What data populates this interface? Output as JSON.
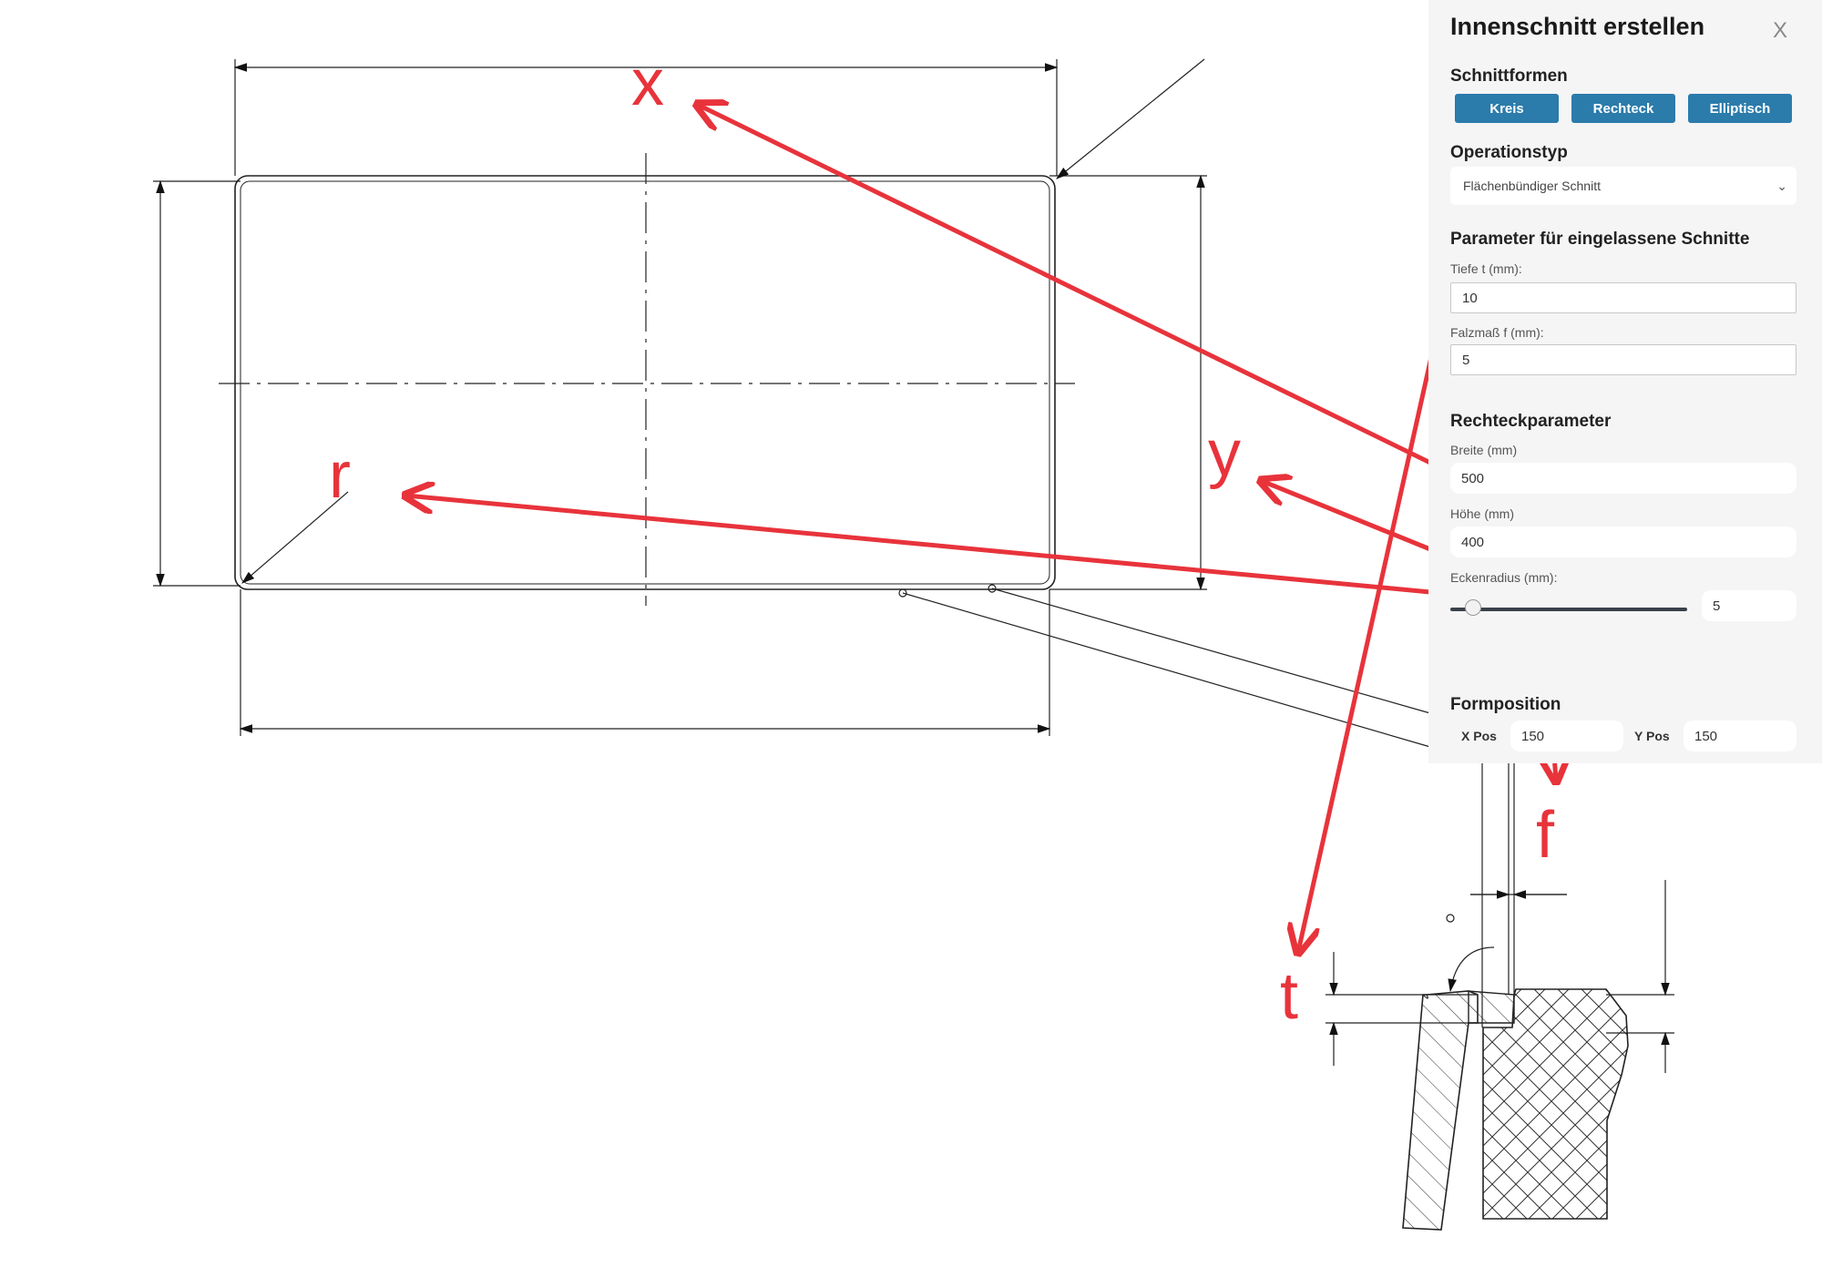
{
  "annotations": {
    "x": "x",
    "y": "y",
    "r": "r",
    "t": "t",
    "f": "f"
  },
  "panel": {
    "title": "Innenschnitt erstellen",
    "close_label": "X",
    "shape_section": {
      "title": "Schnittformen",
      "buttons": [
        "Kreis",
        "Rechteck",
        "Elliptisch"
      ]
    },
    "operation": {
      "title": "Operationstyp",
      "selected": "Flächenbündiger Schnitt"
    },
    "recessed": {
      "title": "Parameter für eingelassene Schnitte",
      "depth_label": "Tiefe t (mm):",
      "depth_value": "10",
      "rabbet_label": "Falzmaß f (mm):",
      "rabbet_value": "5"
    },
    "rectangle": {
      "title": "Rechteckparameter",
      "width_label": "Breite (mm)",
      "width_value": "500",
      "height_label": "Höhe (mm)",
      "height_value": "400",
      "radius_label": "Eckenradius (mm):",
      "radius_value": "5",
      "radius_slider_level": 0.05
    },
    "position": {
      "title": "Formposition",
      "x_label": "X Pos",
      "x_value": "150",
      "y_label": "Y Pos",
      "y_value": "150"
    }
  },
  "colors": {
    "annotation": "#e8333b",
    "button": "#2b7bab",
    "panel_bg": "#f5f5f5"
  }
}
